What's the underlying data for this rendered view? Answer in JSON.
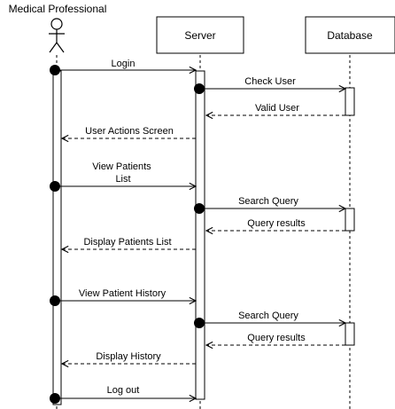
{
  "actors": {
    "medical_professional": "Medical Professional",
    "server": "Server",
    "database": "Database"
  },
  "messages": [
    {
      "label": "Login",
      "from": "medical_professional",
      "to": "server",
      "style": "solid"
    },
    {
      "label": "Check User",
      "from": "server",
      "to": "database",
      "style": "solid"
    },
    {
      "label": "Valid User",
      "from": "database",
      "to": "server",
      "style": "dashed"
    },
    {
      "label": "User Actions Screen",
      "from": "server",
      "to": "medical_professional",
      "style": "dashed"
    },
    {
      "label": "View Patients\nList",
      "from": "medical_professional",
      "to": "server",
      "style": "solid"
    },
    {
      "label": "Search Query",
      "from": "server",
      "to": "database",
      "style": "solid"
    },
    {
      "label": "Query results",
      "from": "database",
      "to": "server",
      "style": "dashed"
    },
    {
      "label": "Display Patients List",
      "from": "server",
      "to": "medical_professional",
      "style": "dashed"
    },
    {
      "label": "View Patient History",
      "from": "medical_professional",
      "to": "server",
      "style": "solid"
    },
    {
      "label": "Search Query",
      "from": "server",
      "to": "database",
      "style": "solid"
    },
    {
      "label": "Query results",
      "from": "database",
      "to": "server",
      "style": "dashed"
    },
    {
      "label": "Display History",
      "from": "server",
      "to": "medical_professional",
      "style": "dashed"
    },
    {
      "label": "Log out",
      "from": "medical_professional",
      "to": "server",
      "style": "solid"
    }
  ],
  "colors": {
    "line": "#000000",
    "background": "#ffffff"
  }
}
